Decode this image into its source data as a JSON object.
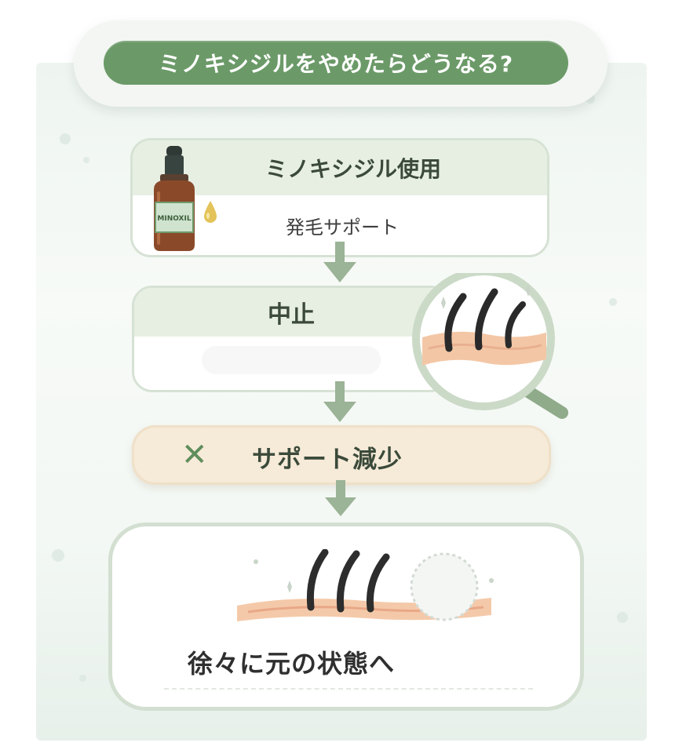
{
  "title": "ミノキシジルをやめたらどうなる?",
  "step1": {
    "heading": "ミノキシジル使用",
    "subtext": "発毛サポート",
    "bottle_label": "MINOXIL"
  },
  "step2": {
    "heading": "中止"
  },
  "step3": {
    "icon": "x-mark-icon",
    "label": "サポート減少"
  },
  "step4": {
    "label": "徐々に元の状態へ"
  },
  "colors": {
    "accent_green": "#6b9a68",
    "card_header": "#e7efe3",
    "warning_pill": "#f6ead8",
    "arrow": "#9bb396"
  }
}
